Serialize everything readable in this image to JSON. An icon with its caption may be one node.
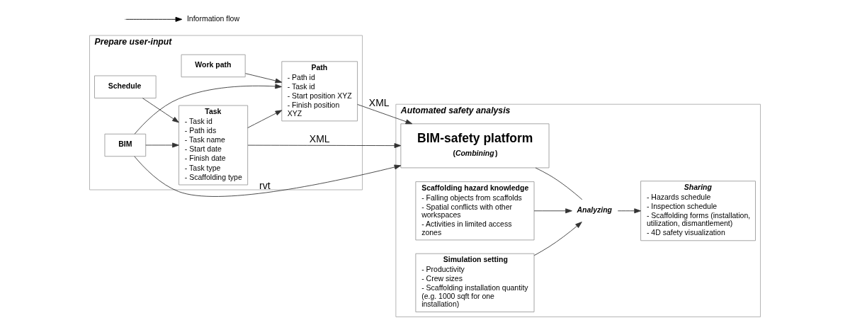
{
  "diagram": {
    "nodes": [
      {
        "text": [
          "Prepare user-input"
        ]
      },
      {
        "text": [
          "Schedule"
        ],
        "in": 0
      },
      {
        "text": [
          "Task",
          "- Task id",
          "- Path ids",
          "- Task name",
          "- Start date",
          "- Finish date",
          "- Task type",
          "- Scaffolding type"
        ],
        "in": 0
      },
      {
        "text": [
          "BIM"
        ],
        "in": 0
      },
      {
        "text": [
          "Path",
          "- Path id",
          "- Task id",
          "- Start position XYZ",
          "- Finish position XYZ"
        ],
        "in": 0
      },
      {
        "text": [
          "Work path"
        ],
        "in": 0
      },
      {
        "text": [
          "Automated safety analysis"
        ]
      },
      {
        "text": [
          "BIM-safety platform",
          "(*Combining*)"
        ],
        "in": 6
      },
      {
        "text": [
          "Analyzing"
        ],
        "in": 6
      },
      {
        "text": [
          "Scaffolding hazard knowledge",
          "- Falling objects from scaffolds",
          "- Spatial conflicts with other workspaces",
          "- Activities in limited access zones"
        ],
        "in": 6
      },
      {
        "text": [
          "Sharing",
          "- Hazards schedule",
          "- Inspection schedule",
          "- Scaffolding forms (installation, utilization, dismantlement)",
          "- 4D safety visualization"
        ],
        "in": 6
      },
      {
        "text": [
          "Simulation setting",
          "- Productivity",
          "- Crew sizes",
          "- Scaffolding installation quantity (e.g. 1000 sqft for one installation)"
        ],
        "in": 6
      }
    ],
    "edges": [
      {
        "from": 3,
        "to": 7,
        "arrow": "to",
        "label": "rvt"
      },
      {
        "from": 1,
        "to": 2,
        "arrow": "to"
      },
      {
        "from": 3,
        "to": 2,
        "arrow": "to"
      },
      {
        "from": 3,
        "to": 4,
        "arrow": "to"
      },
      {
        "from": 2,
        "to": 4,
        "arrow": "to"
      },
      {
        "from": 5,
        "to": 4,
        "arrow": "to"
      },
      {
        "from": 2,
        "to": 7,
        "arrow": "to",
        "label": "XML"
      },
      {
        "from": 4,
        "to": 7,
        "arrow": "to",
        "label": "XML"
      },
      {
        "from": 7,
        "to": 8,
        "arrow": "none"
      },
      {
        "from": 8,
        "to": 10,
        "arrow": "to"
      },
      {
        "from": 9,
        "to": 8,
        "arrow": "to"
      },
      {
        "from": 11,
        "to": 8,
        "arrow": "to"
      }
    ],
    "legend": [
      {
        "text": "Information flow"
      }
    ]
  }
}
